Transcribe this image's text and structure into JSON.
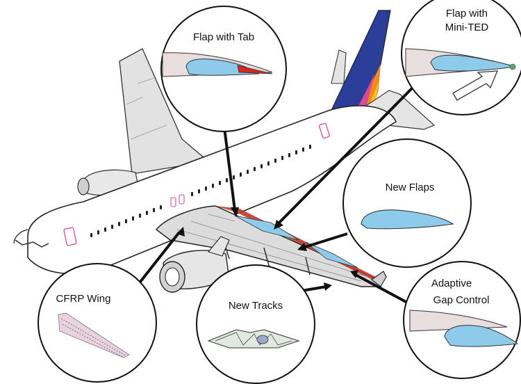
{
  "callouts": {
    "flap_with_tab": {
      "label": "Flap with Tab"
    },
    "flap_with_mini_ted": {
      "label_line1": "Flap with",
      "label_line2": "Mini-TED"
    },
    "new_flaps": {
      "label": "New Flaps"
    },
    "cfrp_wing": {
      "label": "CFRP Wing"
    },
    "new_tracks": {
      "label": "New Tracks"
    },
    "adaptive_gap_control": {
      "label_line1": "Adaptive",
      "label_line2": "Gap Control"
    }
  },
  "colors": {
    "airfoil_fill": "#8ecbea",
    "tab_red": "#d8261c",
    "tail_blue": "#2b3f9a",
    "tail_orange": "#f08a1c",
    "trim_pink": "#d64a9a",
    "fuselage": "#ffffff",
    "wing_grey": "#dcdcdc",
    "flap_strip_red": "#c0392b"
  }
}
